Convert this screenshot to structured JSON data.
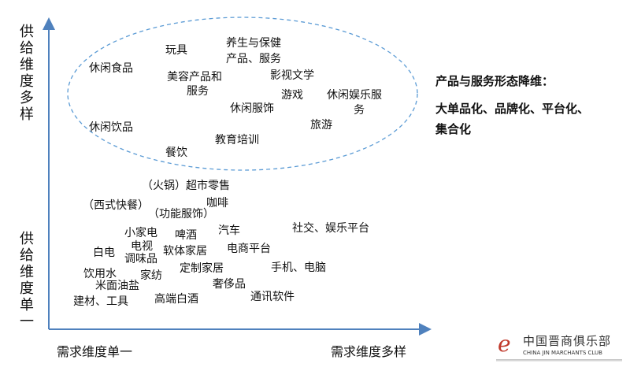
{
  "axes": {
    "y_top_label": "供给维度多样",
    "y_bottom_label": "供给维度单一",
    "x_left_label": "需求维度单一",
    "x_right_label": "需求维度多样"
  },
  "ellipse_items": [
    "玩具",
    "养生与保健",
    "产品、服务",
    "休闲食品",
    "美容产品和",
    "服务",
    "影视文学",
    "游戏",
    "休闲娱乐服",
    "务",
    "休闲服饰",
    "休闲饮品",
    "旅游",
    "教育培训",
    "餐饮"
  ],
  "lower_items": [
    "（火锅）超市零售",
    "（西式快餐）",
    "咖啡",
    "（功能服饰）",
    "小家电",
    "啤酒",
    "汽车",
    "社交、娱乐平台",
    "电视",
    "白电",
    "软体家居",
    "电商平台",
    "调味品",
    "饮用水",
    "家纺",
    "定制家居",
    "手机、电脑",
    "米面油盐",
    "奢侈品",
    "建材、工具",
    "高端白酒",
    "通讯软件"
  ],
  "note": {
    "title": "产品与服务形态降维：",
    "line1": "大单品化、品牌化、平台化、",
    "line2": "集合化"
  },
  "logo": {
    "cn": "中国晋商俱乐部",
    "en": "CHINA JIN MARCHANTS CLUB"
  },
  "colors": {
    "axis": "#4f81bd",
    "ellipse": "#5b9bd5"
  }
}
